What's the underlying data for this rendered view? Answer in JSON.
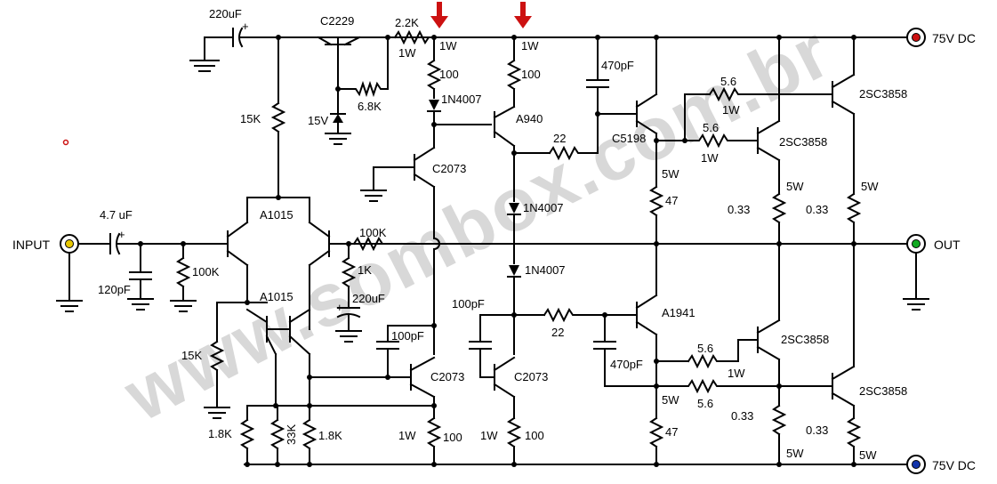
{
  "watermark": "www.sombox.com.br",
  "terminals": {
    "input": "INPUT",
    "output": "OUT",
    "v_pos": "75V DC",
    "v_neg": "75V DC"
  },
  "components": {
    "c_top": "220uF",
    "q_reg": "C2229",
    "r_2k2": "2.2K",
    "r_2k2_w": "1W",
    "r_6k8": "6.8K",
    "z_15v": "15V",
    "r_15k_top": "15K",
    "r_100_a_w": "1W",
    "r_100_a": "100",
    "r_100_b_w": "1W",
    "r_100_b": "100",
    "d_1": "1N4007",
    "q_a940": "A940",
    "c_470_top": "470pF",
    "q_c2073_top": "C2073",
    "r_22_top": "22",
    "q_c5198": "C5198",
    "r_56_a": "5.6",
    "r_56_a_w": "1W",
    "r_56_b": "5.6",
    "r_56_b_w": "1W",
    "q_out_1": "2SC3858",
    "q_out_2": "2SC3858",
    "r_47_top_w": "5W",
    "r_47_top": "47",
    "r_033_a": "0.33",
    "r_033_a_w": "5W",
    "r_033_b": "0.33",
    "r_033_b_w": "5W",
    "c_in": "4.7 uF",
    "q_a1015_a": "A1015",
    "d_2": "1N4007",
    "r_100k_fb": "100K",
    "c_120p": "120pF",
    "r_100k_in": "100K",
    "r_1k": "1K",
    "c_220u_fb": "220uF",
    "d_3": "1N4007",
    "q_a1015_b": "A1015",
    "c_100p_a": "100pF",
    "c_100p_b": "100pF",
    "r_22_bot": "22",
    "q_a1941": "A1941",
    "r_15k_bot": "15K",
    "c_470_bot": "470pF",
    "r_56_c": "5.6",
    "r_56_c_w": "1W",
    "r_56_d": "5.6",
    "q_out_3": "2SC3858",
    "q_out_4": "2SC3858",
    "q_c2073_a": "C2073",
    "q_c2073_b": "C2073",
    "r_1k8_a": "1.8K",
    "r_33k": "33K",
    "r_1k8_b": "1.8K",
    "r_100_c_w": "1W",
    "r_100_c": "100",
    "r_100_d_w": "1W",
    "r_100_d": "100",
    "r_47_bot_w": "5W",
    "r_47_bot": "47",
    "r_033_c": "0.33",
    "r_033_c_w": "5W",
    "r_033_d": "0.33",
    "r_033_d_w": "5W"
  },
  "colors": {
    "arrow": "#cc1111",
    "terminal_pos": "#cc1111",
    "terminal_neg": "#1133aa",
    "terminal_io": "#11aa22",
    "terminal_in": "#e8c800"
  }
}
